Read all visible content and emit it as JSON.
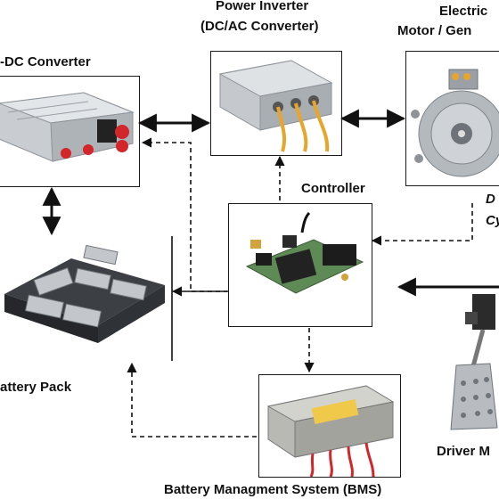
{
  "labels": {
    "power_inverter_line1": "Power Inverter",
    "power_inverter_line2": "(DC/AC Converter)",
    "dcdc_converter": "-DC Converter",
    "electric_motor_line1": "Electric",
    "electric_motor_line2": "Motor / Gen",
    "controller": "Controller",
    "drive_cycle_line1": "D",
    "drive_cycle_line2": "Cy",
    "battery_pack": "attery Pack",
    "driver": "Driver M",
    "bms": "Battery Managment  System (BMS)"
  },
  "colors": {
    "line": "#111111",
    "metal": "#c9cdd2",
    "metal_dark": "#8d9399",
    "connector_red": "#d2262b",
    "wire_orange": "#e8a52c",
    "pcb_green": "#5e8a55",
    "bms_body": "#b9b9b4",
    "bms_label": "#f1c94a"
  }
}
